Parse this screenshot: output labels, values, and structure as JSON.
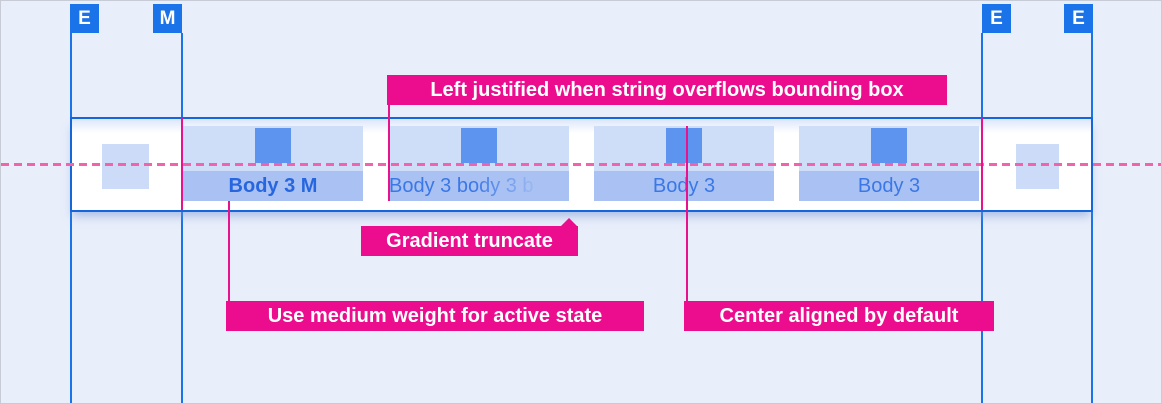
{
  "colors": {
    "background": "#E8EEFA",
    "guide_blue": "#1A73E8",
    "bar_border_blue": "#1566DA",
    "annotation_magenta": "#EB0D8E",
    "dashed_centerline_pink": "#F263AC",
    "tab_header_fill": "#CEDDF8",
    "tab_indicator_fill": "#5C94EF",
    "tab_label_fill": "#A9C2F3",
    "active_tab_text": "#2766DF",
    "tab_text": "#3B77E6"
  },
  "markers": [
    {
      "letter": "E"
    },
    {
      "letter": "M"
    },
    {
      "letter": "E"
    },
    {
      "letter": "E"
    }
  ],
  "tabs": [
    {
      "label": "Body 3 M"
    },
    {
      "label": "Body 3 body 3 b"
    },
    {
      "label": "Body 3"
    },
    {
      "label": "Body 3"
    }
  ],
  "annotations": [
    {
      "text": "Left justified when string overflows bounding box"
    },
    {
      "text": "Gradient truncate"
    },
    {
      "text": "Use medium weight for active state"
    },
    {
      "text": "Center aligned by default"
    }
  ]
}
